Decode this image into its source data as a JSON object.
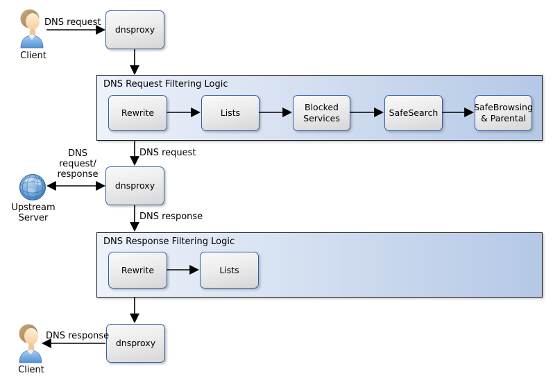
{
  "proxies": {
    "top": {
      "label": "dnsproxy"
    },
    "middle": {
      "label": "dnsproxy"
    },
    "bottom": {
      "label": "dnsproxy"
    }
  },
  "request_filter": {
    "title": "DNS Request Filtering Logic",
    "steps": [
      "Rewrite",
      "Lists",
      "Blocked\nServices",
      "SafeSearch",
      "SafeBrowsing\n& Parental"
    ]
  },
  "response_filter": {
    "title": "DNS Response Filtering Logic",
    "steps": [
      "Rewrite",
      "Lists"
    ]
  },
  "actors": {
    "client_top": {
      "label": "Client",
      "icon": "person-icon"
    },
    "client_bottom": {
      "label": "Client",
      "icon": "person-icon"
    },
    "upstream": {
      "label": "Upstream\nServer",
      "icon": "globe-icon"
    }
  },
  "edge_labels": {
    "client_request": "DNS request",
    "filtered_request": "DNS request",
    "upstream_exchange": "DNS\nrequest/\nresponse",
    "upstream_response": "DNS response",
    "client_response": "DNS response"
  },
  "colors": {
    "node_border": "#2f5fa8",
    "node_fill_light": "#fafafa",
    "node_fill_dark": "#d5d6d8",
    "container_fill_left": "#edf2fa",
    "container_fill_right": "#b4c8e6",
    "container_border": "#1b1b1b",
    "arrow": "#000000"
  }
}
